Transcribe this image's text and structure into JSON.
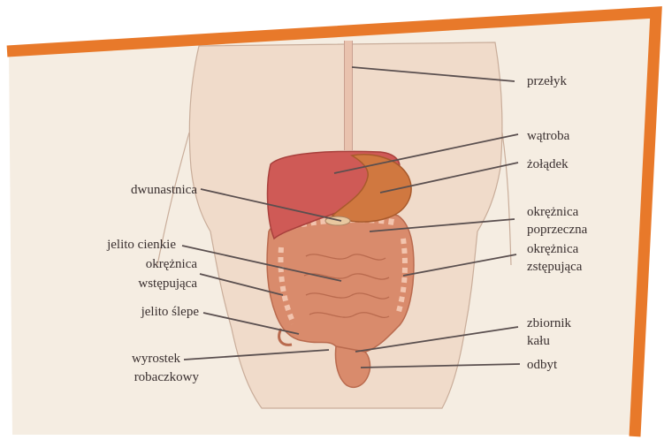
{
  "colors": {
    "frame_orange": "#e8792a",
    "paper": "#f5ede2",
    "skin": "#f0dbca",
    "skin_outline": "#c9ad9a",
    "liver": "#cf5a56",
    "stomach": "#d07840",
    "intestine": "#d98b6c",
    "leader_line": "#5a4f4f"
  },
  "labels_left": {
    "duodenum": "dwunastnica",
    "small_intestine": "jelito cienkie",
    "ascending_colon_1": "okrężnica",
    "ascending_colon_2": "wstępująca",
    "cecum": "jelito ślepe",
    "appendix_1": "wyrostek",
    "appendix_2": "robaczkowy"
  },
  "labels_right": {
    "esophagus": "przełyk",
    "liver": "wątroba",
    "stomach": "żołądek",
    "transverse_colon_1": "okrężnica",
    "transverse_colon_2": "poprzeczna",
    "descending_colon_1": "okrężnica",
    "descending_colon_2": "zstępująca",
    "rectum_1": "zbiornik",
    "rectum_2": "kału",
    "anus": "odbyt"
  }
}
